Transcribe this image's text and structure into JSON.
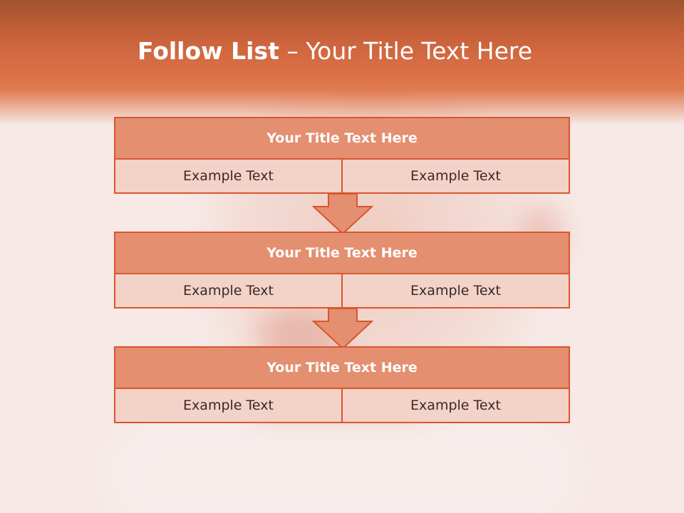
{
  "slide": {
    "title_strong": "Follow List",
    "title_rest": " – Your Title Text Here"
  },
  "boxes": [
    {
      "title": "Your Title Text Here",
      "left": "Example Text",
      "right": "Example Text"
    },
    {
      "title": "Your Title Text Here",
      "left": "Example Text",
      "right": "Example Text"
    },
    {
      "title": "Your Title Text Here",
      "left": "Example Text",
      "right": "Example Text"
    }
  ],
  "colors": {
    "accent": "#d9562f",
    "header_fill": "#e48f70",
    "cell_fill": "#f3d2c8",
    "band": "#dd7248"
  },
  "icons": [
    "down-arrow-icon",
    "down-arrow-icon"
  ]
}
